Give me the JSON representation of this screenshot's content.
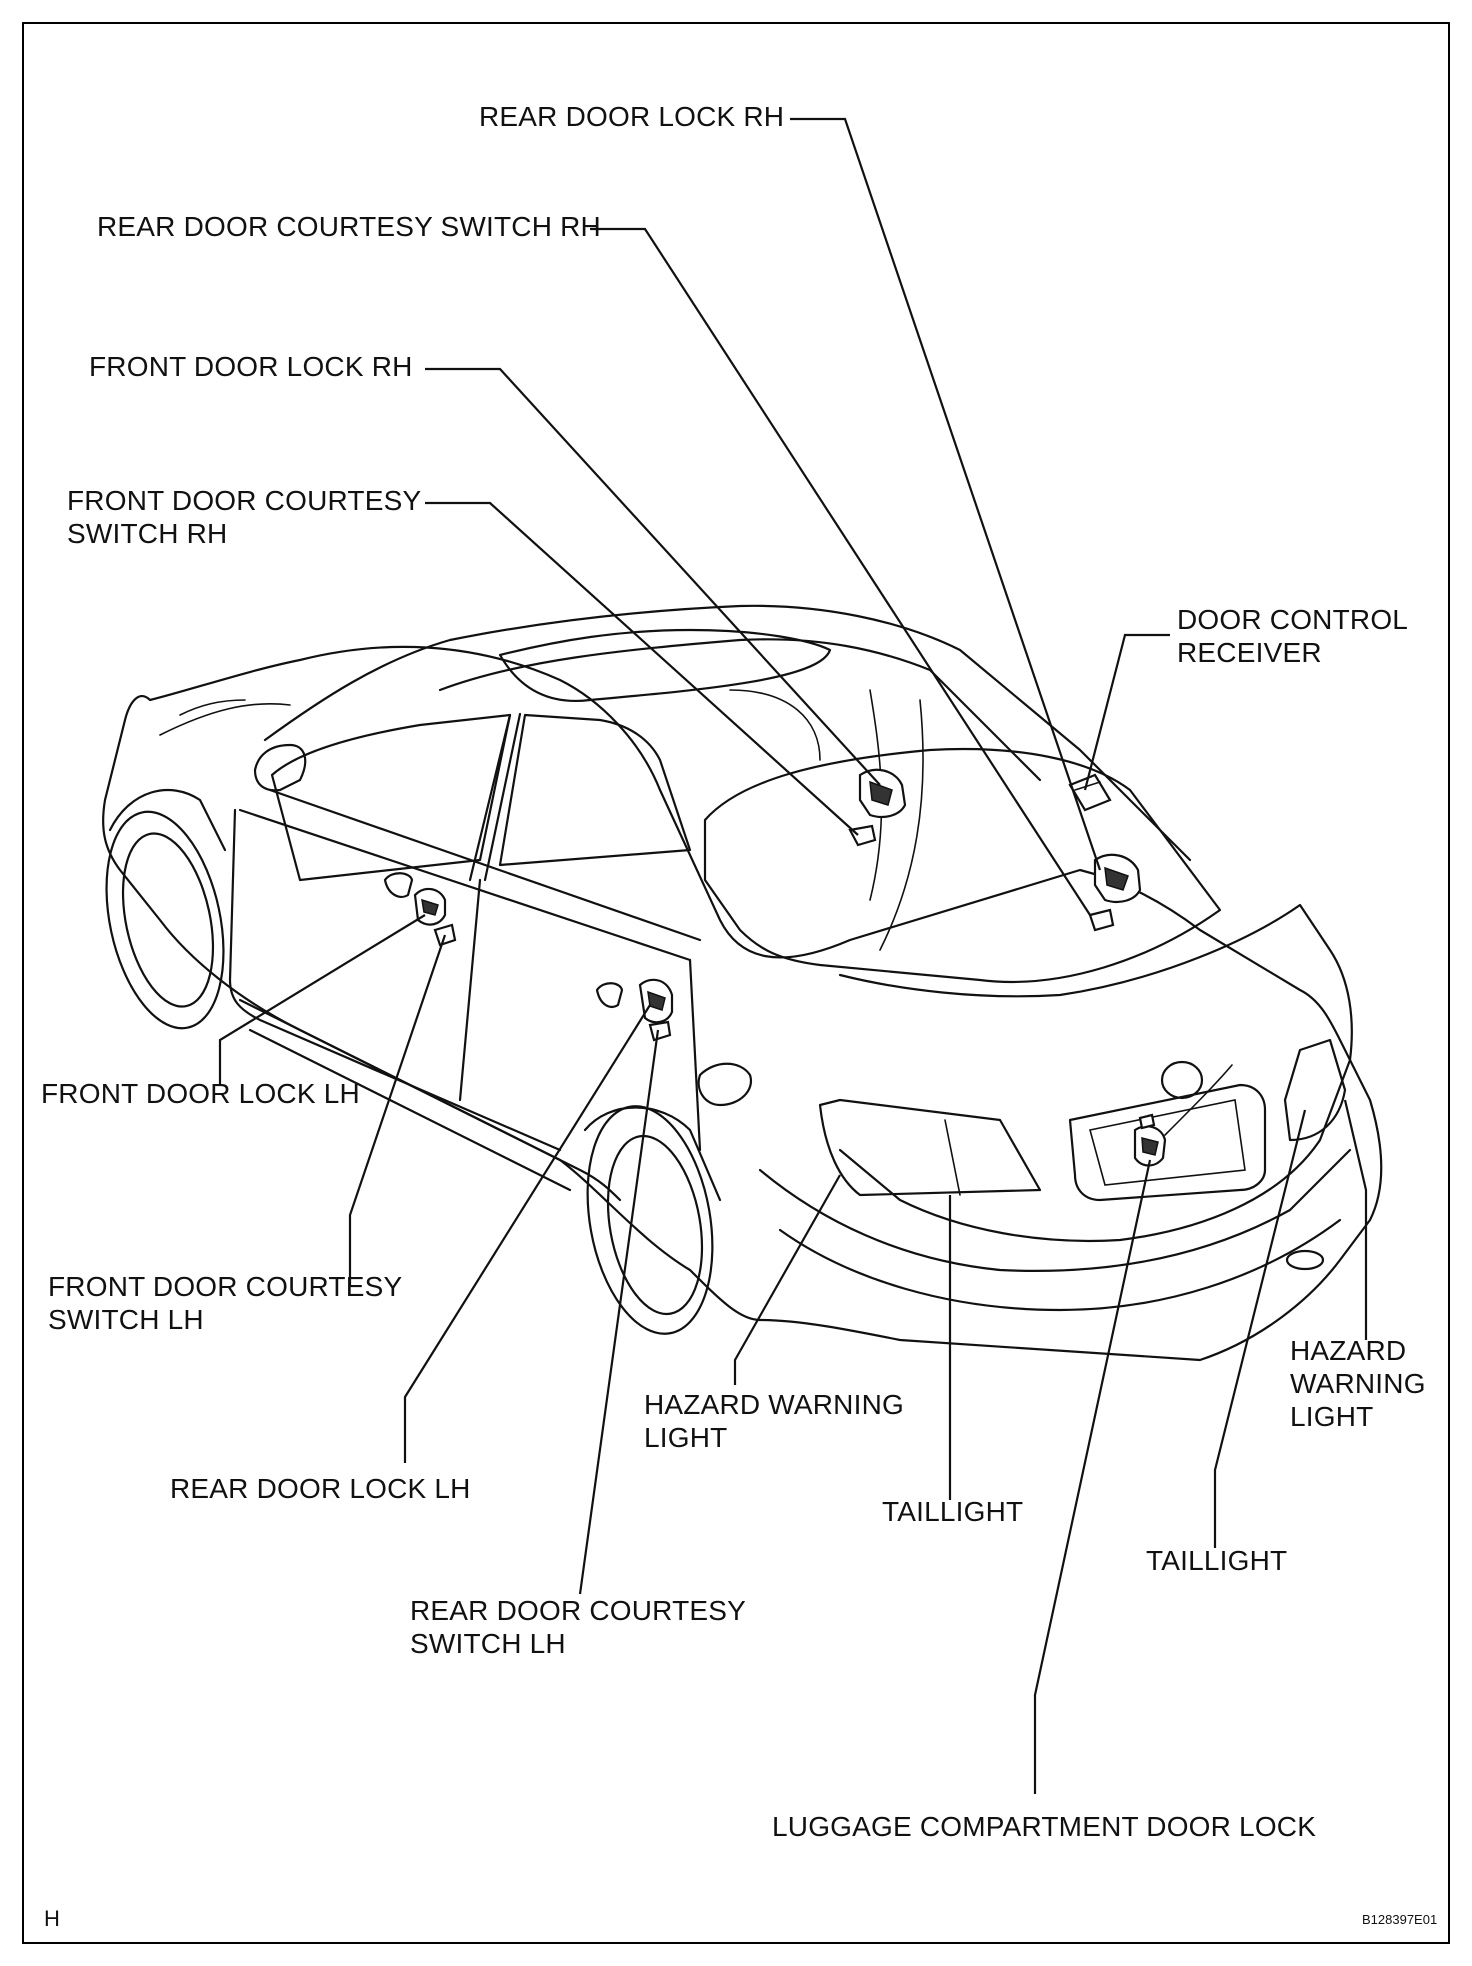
{
  "labels": {
    "rear_door_lock_rh": "REAR DOOR LOCK RH",
    "rear_door_courtesy_switch_rh": "REAR DOOR COURTESY SWITCH RH",
    "front_door_lock_rh": "FRONT DOOR LOCK  RH",
    "front_door_courtesy_switch_rh": [
      "FRONT DOOR COURTESY",
      "SWITCH RH"
    ],
    "door_control_receiver": [
      "DOOR CONTROL",
      "RECEIVER"
    ],
    "front_door_lock_lh": "FRONT DOOR LOCK LH",
    "front_door_courtesy_switch_lh": [
      "FRONT DOOR COURTESY",
      "SWITCH LH"
    ],
    "hazard_warning_light_center": [
      "HAZARD WARNING",
      "LIGHT"
    ],
    "hazard_warning_light_right": [
      "HAZARD",
      "WARNING",
      "LIGHT"
    ],
    "rear_door_lock_lh": "REAR DOOR LOCK LH",
    "taillight_center": "TAILLIGHT",
    "taillight_right": "TAILLIGHT",
    "rear_door_courtesy_switch_lh": [
      "REAR DOOR COURTESY",
      "SWITCH LH"
    ],
    "luggage_compartment_door_lock": "LUGGAGE COMPARTMENT DOOR LOCK"
  },
  "footer": {
    "corner_letter": "H",
    "figure_code": "B128397E01"
  }
}
